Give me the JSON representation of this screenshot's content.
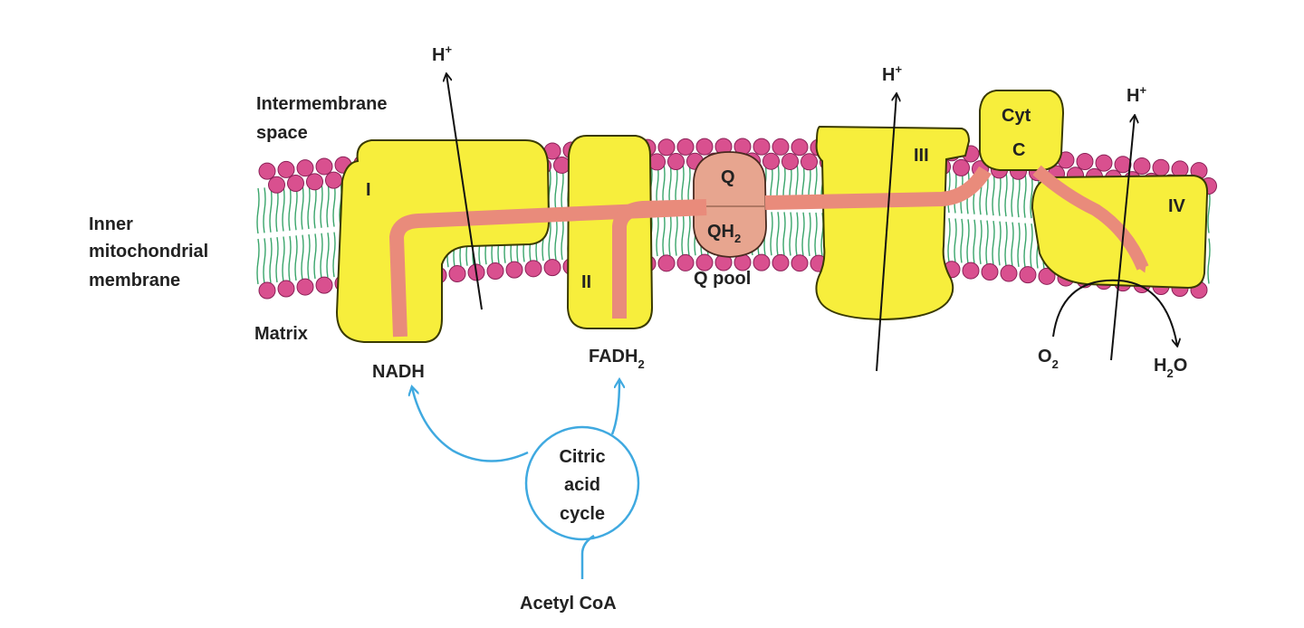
{
  "labels": {
    "intermembrane_line1": "Intermembrane",
    "intermembrane_line2": "space",
    "inner_line1": "Inner",
    "inner_line2": "mitochondrial",
    "inner_line3": "membrane",
    "matrix": "Matrix",
    "q_pool": "Q pool",
    "acetyl_coa": "Acetyl CoA"
  },
  "complexes": {
    "complex_1": "I",
    "complex_2": "II",
    "complex_3": "III",
    "complex_4": "IV",
    "cyt_c_line1": "Cyt",
    "cyt_c_line2": "C",
    "q": "Q",
    "qh2": "QH",
    "qh2_sub": "2"
  },
  "molecules": {
    "nadh": "NADH",
    "fadh2": "FADH",
    "fadh2_sub": "2",
    "o2": "O",
    "o2_sub": "2",
    "h2o_h": "H",
    "h2o_sub": "2",
    "h2o_o": "O",
    "proton": "H",
    "proton_sup": "+"
  },
  "cycle": {
    "line1": "Citric",
    "line2": "acid",
    "line3": "cycle"
  },
  "colors": {
    "complex_fill": "#f7ee3c",
    "complex_stroke": "#3a3a00",
    "electron_path": "#e98b7b",
    "quinone": "#e7a58f",
    "lipid_head": "#d9508f",
    "lipid_tail": "#3aa56b",
    "cycle_blue": "#3fa9e0"
  }
}
